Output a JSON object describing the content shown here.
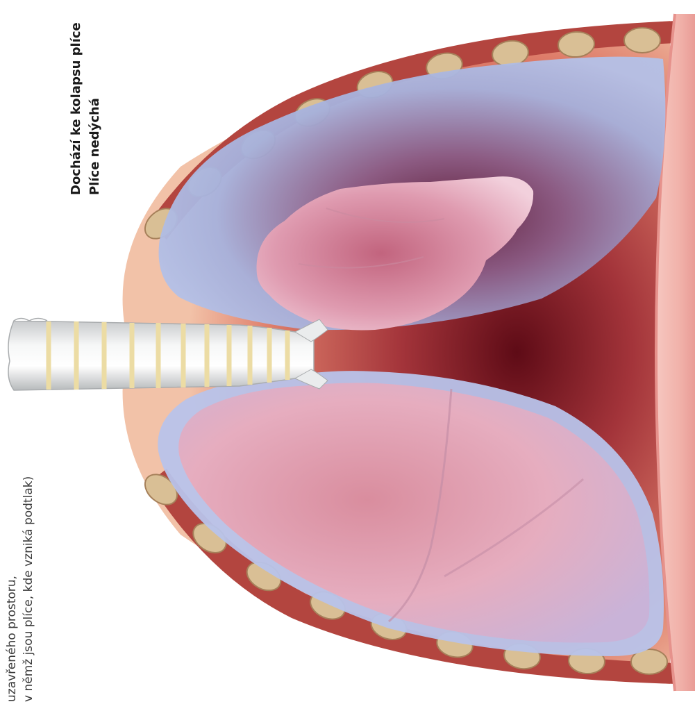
{
  "labels": {
    "collapse_title": "Dochází ke kolapsu plíce",
    "collapse_subtitle": "Plíce nedýchá",
    "partial_line_1": "uzavřeného prostoru,",
    "partial_line_2": "v němž jsou plíce, kde vzniká podtlak)"
  },
  "colors": {
    "pleura_blue": "#9fb0e0",
    "lung_pink": "#e7a9b8",
    "rib_tan": "#d9bf95",
    "chest_wall_red": "#b3453f",
    "mediastinum_dark": "#6b0f1a",
    "trachea_white": "#eef0f0",
    "cartilage_yellow": "#ecdca4"
  }
}
